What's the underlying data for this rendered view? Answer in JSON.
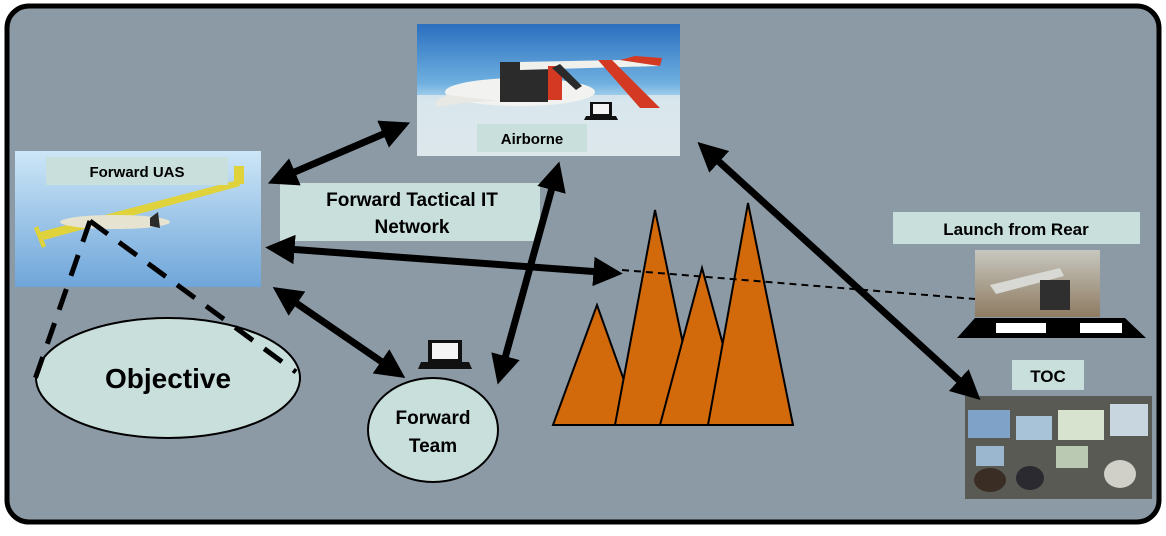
{
  "labels": {
    "forward_uas": "Forward UAS",
    "airborne": "Airborne",
    "network_line1": "Forward Tactical IT",
    "network_line2": "Network",
    "launch_from_rear": "Launch from Rear",
    "toc": "TOC",
    "objective": "Objective",
    "forward_team_line1": "Forward",
    "forward_team_line2": "Team"
  },
  "colors": {
    "background": "#8c9aa6",
    "label_box": "#c9dfdc",
    "ellipse_fill": "#c9dfdc",
    "mountain": "#d2690b",
    "arrow": "#000000"
  },
  "icons": {
    "laptop": "laptop-icon",
    "uav_photo": "forward-uav-photo",
    "aircraft_photo": "airborne-aircraft-photo",
    "launcher_photo": "launcher-photo",
    "toc_photo": "toc-room-photo"
  }
}
